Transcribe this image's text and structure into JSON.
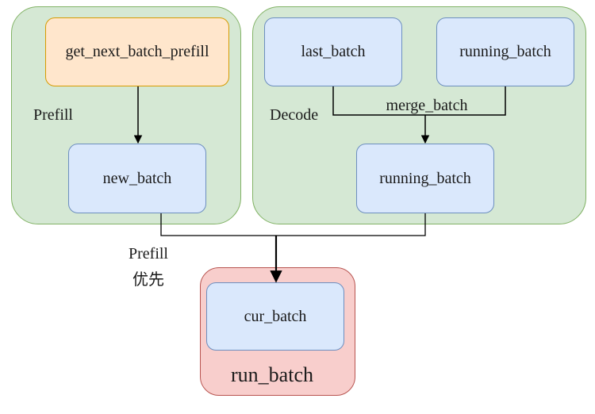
{
  "groups": {
    "prefill": {
      "label": "Prefill"
    },
    "decode": {
      "label": "Decode"
    },
    "run_batch": {
      "label": "run_batch"
    }
  },
  "nodes": {
    "get_next_batch_prefill": "get_next_batch_prefill",
    "new_batch": "new_batch",
    "last_batch": "last_batch",
    "running_batch_top": "running_batch",
    "running_batch": "running_batch",
    "cur_batch": "cur_batch"
  },
  "edge_labels": {
    "merge_batch": "merge_batch",
    "prefill_priority_line1": "Prefill",
    "prefill_priority_line2": "优先"
  },
  "colors": {
    "green_fill": "#d5e8d4",
    "green_stroke": "#82b366",
    "blue_fill": "#dae8fc",
    "blue_stroke": "#6c8ebf",
    "orange_fill": "#ffe6cc",
    "orange_stroke": "#d79b00",
    "red_fill": "#f8cecc",
    "red_stroke": "#b85450"
  }
}
